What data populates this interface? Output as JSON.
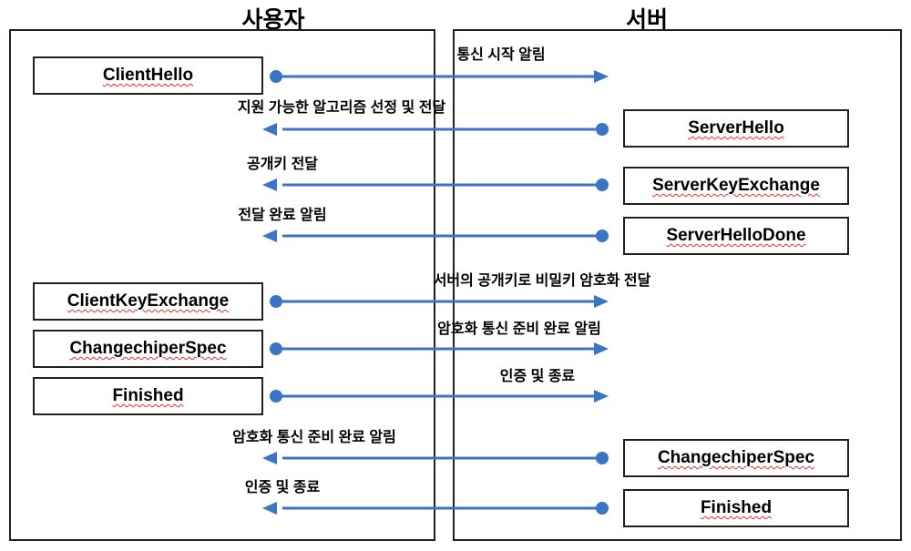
{
  "diagram": {
    "title_client": "사용자",
    "title_server": "서버",
    "accent_color": "#3a74c4",
    "line_color": "#231f20",
    "spell_underline_color": "#e03030"
  },
  "client_boxes": [
    {
      "label": "ClientHello"
    },
    {
      "label": "ClientKeyExchange"
    },
    {
      "label": "ChangechiperSpec"
    },
    {
      "label": "Finished"
    }
  ],
  "server_boxes": [
    {
      "label": "ServerHello"
    },
    {
      "label": "ServerKeyExchange"
    },
    {
      "label": "ServerHelloDone"
    },
    {
      "label": "ChangechiperSpec"
    },
    {
      "label": "Finished"
    }
  ],
  "flows": [
    {
      "label": "통신 시작 알림",
      "direction": "client-to-server"
    },
    {
      "label": "지원 가능한 알고리즘 선정 및 전달",
      "direction": "server-to-client"
    },
    {
      "label": "공개키 전달",
      "direction": "server-to-client"
    },
    {
      "label": "전달 완료 알림",
      "direction": "server-to-client"
    },
    {
      "label": "서버의 공개키로 비밀키 암호화 전달",
      "direction": "client-to-server"
    },
    {
      "label": "암호화 통신 준비 완료 알림",
      "direction": "client-to-server"
    },
    {
      "label": "인증 및 종료",
      "direction": "client-to-server"
    },
    {
      "label": "암호화 통신 준비 완료 알림",
      "direction": "server-to-client"
    },
    {
      "label": "인증 및 종료",
      "direction": "server-to-client"
    }
  ]
}
